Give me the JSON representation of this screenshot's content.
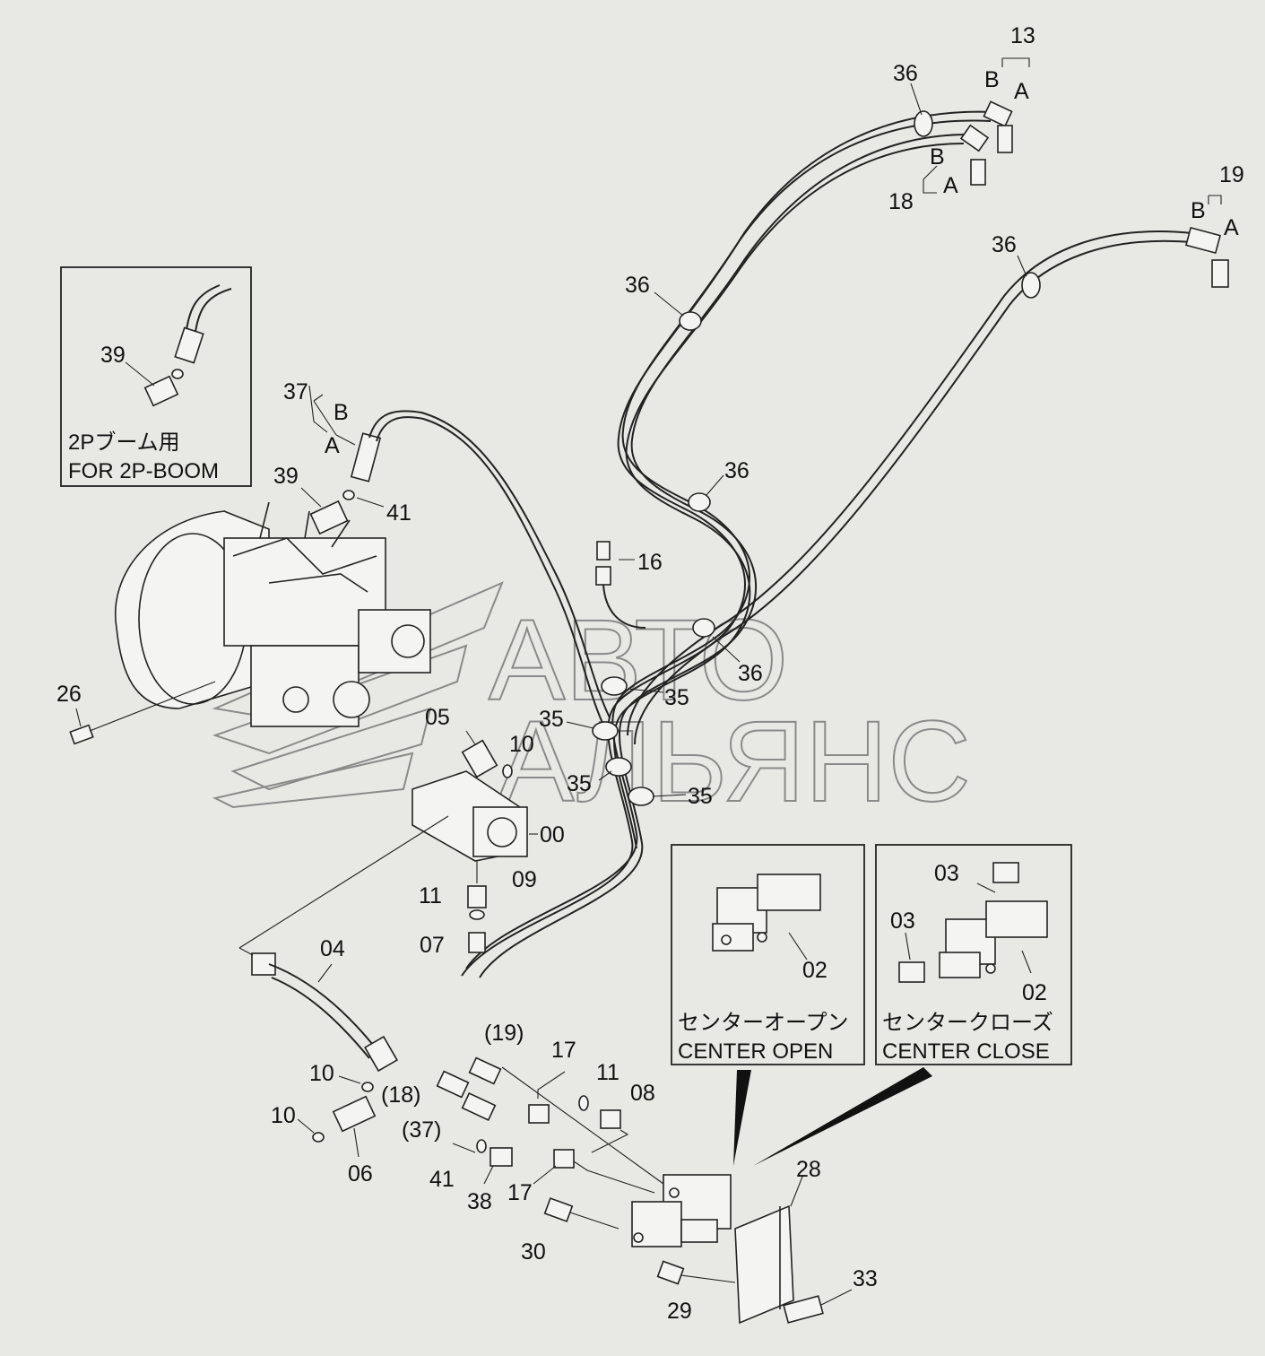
{
  "watermark": {
    "line1": "АВТО",
    "line2": "АЛЬЯНС"
  },
  "insets": {
    "boom": {
      "caption_jp": "2Pブーム用",
      "caption_en": "FOR 2P-BOOM"
    },
    "center_open": {
      "caption_jp": "センターオープン",
      "caption_en": "CENTER OPEN"
    },
    "center_close": {
      "caption_jp": "センタークローズ",
      "caption_en": "CENTER CLOSE"
    }
  },
  "labels": [
    {
      "id": "l13",
      "text": "13"
    },
    {
      "id": "l36a",
      "text": "36"
    },
    {
      "id": "l13b",
      "text": "B"
    },
    {
      "id": "l13a",
      "text": "A"
    },
    {
      "id": "l18b",
      "text": "B"
    },
    {
      "id": "l18a",
      "text": "A"
    },
    {
      "id": "l18",
      "text": "18"
    },
    {
      "id": "l19",
      "text": "19"
    },
    {
      "id": "l19b",
      "text": "B"
    },
    {
      "id": "l19a",
      "text": "A"
    },
    {
      "id": "l36b",
      "text": "36"
    },
    {
      "id": "l36c",
      "text": "36"
    },
    {
      "id": "l39a",
      "text": "39"
    },
    {
      "id": "l37",
      "text": "37"
    },
    {
      "id": "l37b",
      "text": "B"
    },
    {
      "id": "l37a",
      "text": "A"
    },
    {
      "id": "l39b",
      "text": "39"
    },
    {
      "id": "l41a",
      "text": "41"
    },
    {
      "id": "l36d",
      "text": "36"
    },
    {
      "id": "l16",
      "text": "16"
    },
    {
      "id": "l36e",
      "text": "36"
    },
    {
      "id": "l35a",
      "text": "35"
    },
    {
      "id": "l26",
      "text": "26"
    },
    {
      "id": "l05",
      "text": "05"
    },
    {
      "id": "l35b",
      "text": "35"
    },
    {
      "id": "l10a",
      "text": "10"
    },
    {
      "id": "l35c",
      "text": "35"
    },
    {
      "id": "l35d",
      "text": "35"
    },
    {
      "id": "l00",
      "text": "00"
    },
    {
      "id": "l03a",
      "text": "03"
    },
    {
      "id": "l09",
      "text": "09"
    },
    {
      "id": "l11a",
      "text": "11"
    },
    {
      "id": "l03b",
      "text": "03"
    },
    {
      "id": "l07",
      "text": "07"
    },
    {
      "id": "l02a",
      "text": "02"
    },
    {
      "id": "l04",
      "text": "04"
    },
    {
      "id": "l02b",
      "text": "02"
    },
    {
      "id": "l19p",
      "text": "(19)"
    },
    {
      "id": "l17a",
      "text": "17"
    },
    {
      "id": "l10b",
      "text": "10"
    },
    {
      "id": "l11b",
      "text": "11"
    },
    {
      "id": "l18p",
      "text": "(18)"
    },
    {
      "id": "l08",
      "text": "08"
    },
    {
      "id": "l10c",
      "text": "10"
    },
    {
      "id": "l37p",
      "text": "(37)"
    },
    {
      "id": "l06",
      "text": "06"
    },
    {
      "id": "l41b",
      "text": "41"
    },
    {
      "id": "l38",
      "text": "38"
    },
    {
      "id": "l17b",
      "text": "17"
    },
    {
      "id": "l28",
      "text": "28"
    },
    {
      "id": "l30",
      "text": "30"
    },
    {
      "id": "l33",
      "text": "33"
    },
    {
      "id": "l29",
      "text": "29"
    }
  ]
}
